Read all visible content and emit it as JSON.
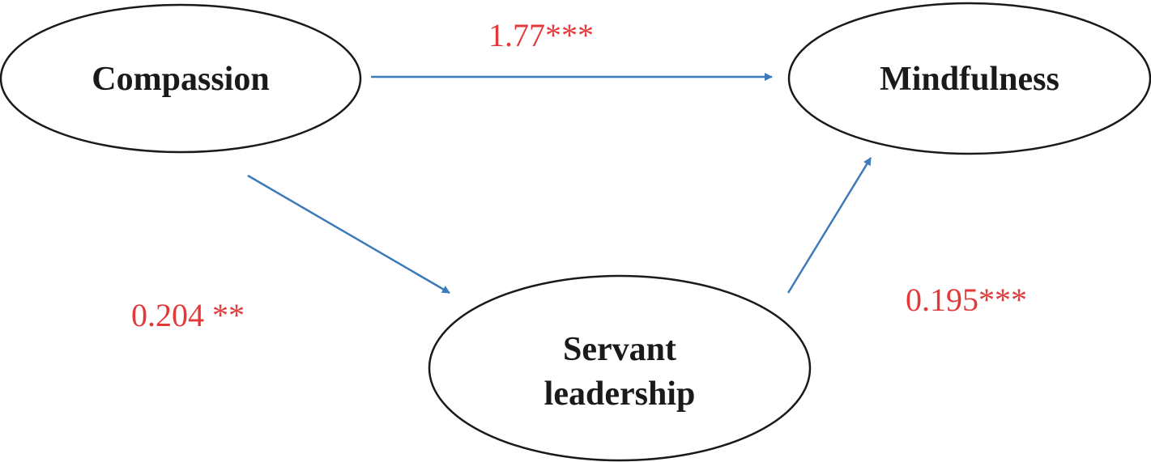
{
  "colors": {
    "arrow": "#3d7ab8",
    "coefficient": "#e2393a",
    "node_border": "#1a1a1a",
    "node_text": "#1a1a1a"
  },
  "nodes": {
    "compassion": {
      "label": "Compassion"
    },
    "mindfulness": {
      "label": "Mindfulness"
    },
    "servant_leadership": {
      "line1": "Servant",
      "line2": "leadership"
    }
  },
  "paths": {
    "compassion_to_mindfulness": {
      "coefficient": "1.77***"
    },
    "compassion_to_servant": {
      "coefficient": "0.204 **"
    },
    "servant_to_mindfulness": {
      "coefficient": "0.195***"
    }
  }
}
